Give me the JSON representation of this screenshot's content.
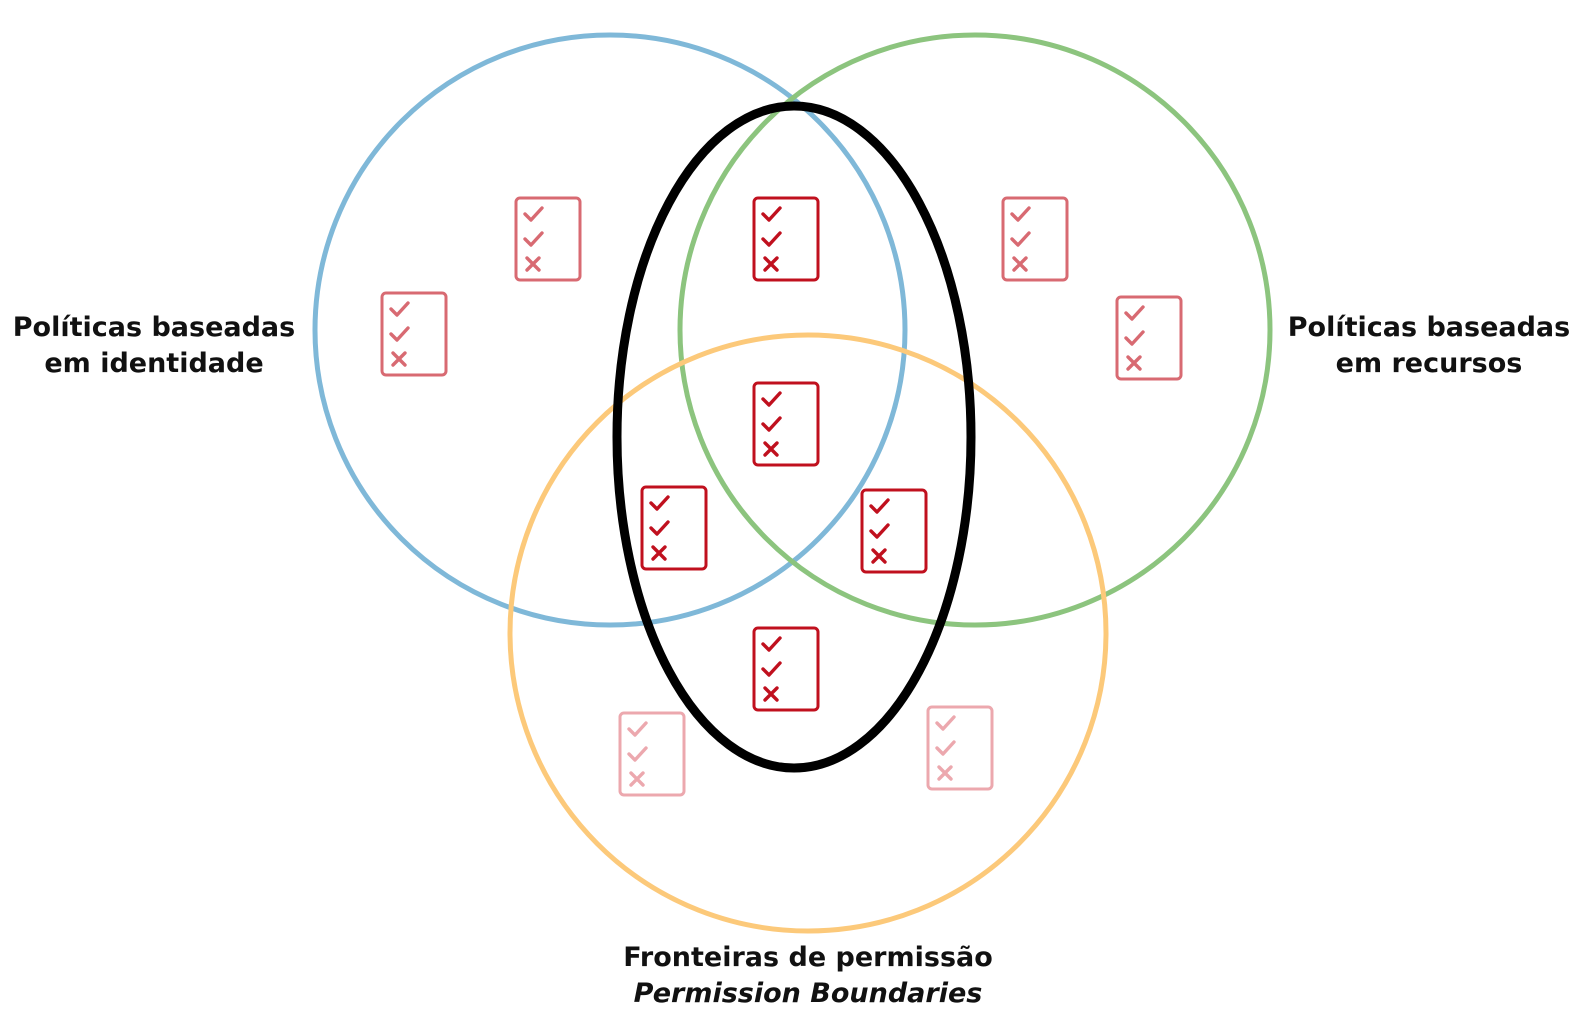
{
  "labels": {
    "identity": {
      "line1": "Políticas baseadas",
      "line2": "em identidade"
    },
    "resource": {
      "line1": "Políticas baseadas",
      "line2": "em recursos"
    },
    "boundary": {
      "line1": "Fronteiras de permissão",
      "line2": "Permission Boundaries"
    }
  },
  "colors": {
    "identity_circle": "#7fb8d8",
    "resource_circle": "#8cc47e",
    "boundary_circle": "#fcc97a",
    "highlight_ellipse": "#000000",
    "policy_strong": "#c0101e",
    "policy_medium": "#d86a72",
    "policy_faint": "#eca8ae"
  },
  "policy_icon": {
    "name": "policy-document-icon",
    "marks": [
      "check",
      "check",
      "cross"
    ]
  },
  "policy_documents": [
    {
      "region": "identity-only",
      "intensity": "medium"
    },
    {
      "region": "identity-only",
      "intensity": "medium"
    },
    {
      "region": "identity-and-resource",
      "intensity": "strong"
    },
    {
      "region": "resource-only",
      "intensity": "medium"
    },
    {
      "region": "resource-only",
      "intensity": "medium"
    },
    {
      "region": "all-three",
      "intensity": "strong"
    },
    {
      "region": "identity-and-boundary",
      "intensity": "strong"
    },
    {
      "region": "resource-and-boundary",
      "intensity": "strong"
    },
    {
      "region": "boundary-only",
      "intensity": "strong"
    },
    {
      "region": "boundary-only",
      "intensity": "faint"
    },
    {
      "region": "boundary-only",
      "intensity": "faint"
    }
  ]
}
